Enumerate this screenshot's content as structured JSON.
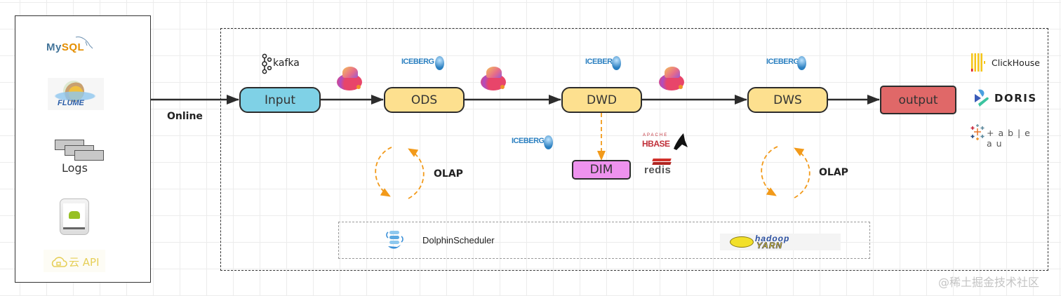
{
  "sources": {
    "items": [
      {
        "name": "mysql",
        "label": "MySQL"
      },
      {
        "name": "flume",
        "label": "FLUME"
      },
      {
        "name": "logs",
        "label": "Logs"
      },
      {
        "name": "android",
        "label": ""
      },
      {
        "name": "cloud-api",
        "label": "云 API"
      }
    ]
  },
  "edges": {
    "online_label": "Online"
  },
  "pipeline": {
    "nodes": {
      "input": "Input",
      "ods": "ODS",
      "dwd": "DWD",
      "dws": "DWS",
      "output": "output",
      "dim": "DIM"
    },
    "logos": {
      "kafka": "kafka",
      "iceberg": "ICEBERG",
      "hbase_top": "APACHE",
      "hbase": "HBASE",
      "redis": "redis",
      "clickhouse": "ClickHouse",
      "doris": "DORIS",
      "tableau": "+ a b | e a u"
    },
    "olap_label": "OLAP"
  },
  "scheduler": {
    "dolphin": "DolphinScheduler",
    "yarn_top": "hadoop",
    "yarn": "YARN"
  },
  "watermark": "@稀土掘金技术社区",
  "colors": {
    "input": "#7fd1e6",
    "stage": "#fde08f",
    "output": "#e06868",
    "dim": "#ee92ee",
    "orange": "#f29a1a",
    "iceberg": "#2a7fc0"
  }
}
